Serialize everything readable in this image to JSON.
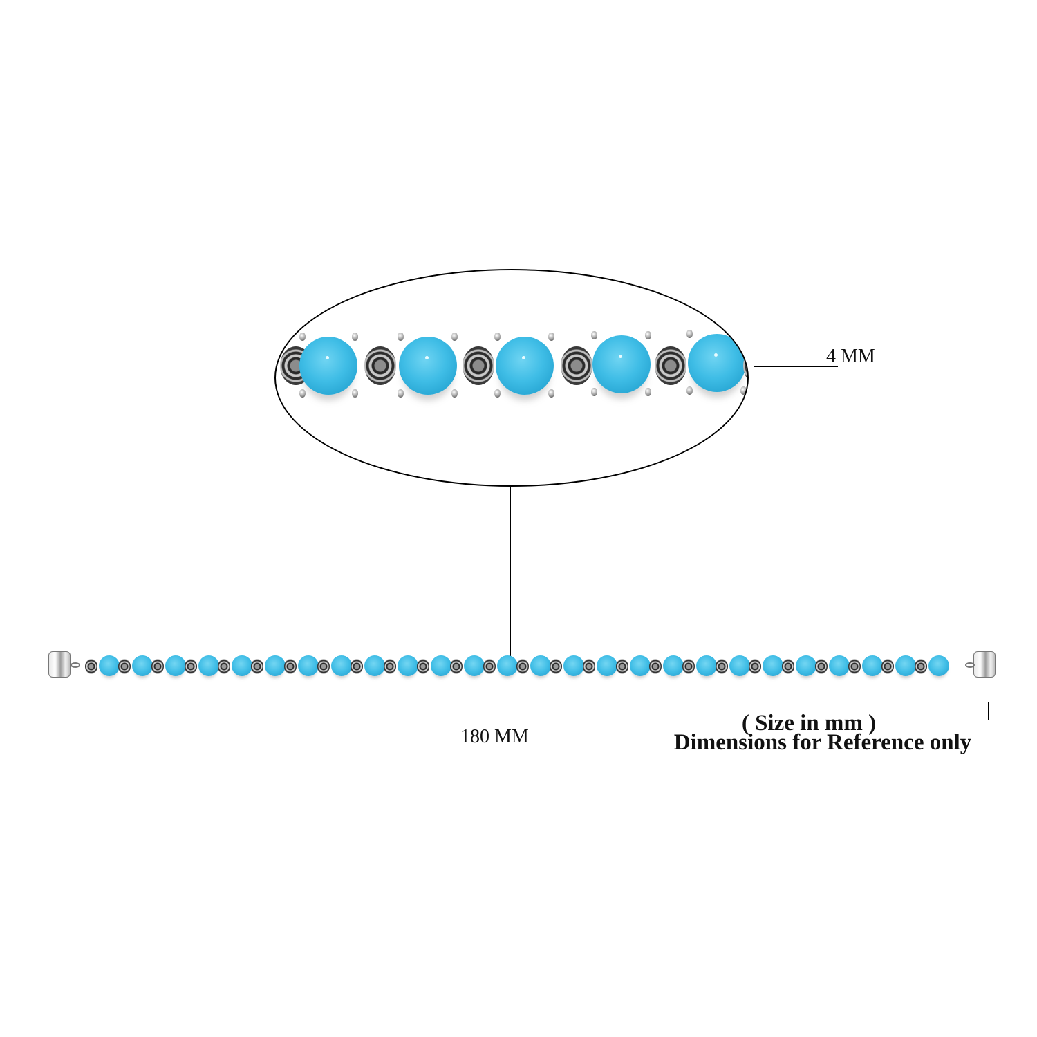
{
  "figure": {
    "type": "product dimension reference image",
    "product": "turquoise tennis bracelet with marcasite connectors",
    "colors": {
      "background": "#ffffff",
      "stone": "#3fbde6",
      "metal_dark": "#2a2a2a",
      "metal_light": "#cfcfcf",
      "lines": "#000000"
    },
    "zoom_detail": {
      "visible_stones": 5,
      "stone_size_label": "4 MM"
    },
    "bracelet": {
      "stone_count": 26,
      "length_label": "180 MM"
    },
    "footnote": {
      "line1": "( Size in mm )",
      "line2": "Dimensions for Reference only"
    }
  }
}
